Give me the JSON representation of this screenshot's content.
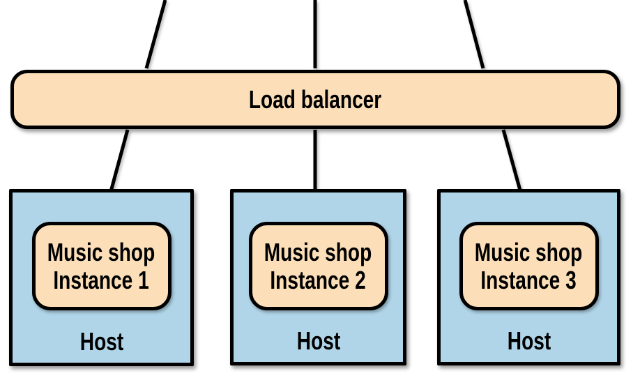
{
  "diagram": {
    "load_balancer": {
      "label": "Load balancer"
    },
    "hosts": [
      {
        "label": "Host",
        "instance_line1": "Music shop",
        "instance_line2": "Instance 1"
      },
      {
        "label": "Host",
        "instance_line1": "Music shop",
        "instance_line2": "Instance 2"
      },
      {
        "label": "Host",
        "instance_line1": "Music shop",
        "instance_line2": "Instance 3"
      }
    ],
    "colors": {
      "instance_fill": "#fcdfb8",
      "host_fill": "#b0d5e8",
      "line": "#000000",
      "background": "#ffffff"
    }
  }
}
